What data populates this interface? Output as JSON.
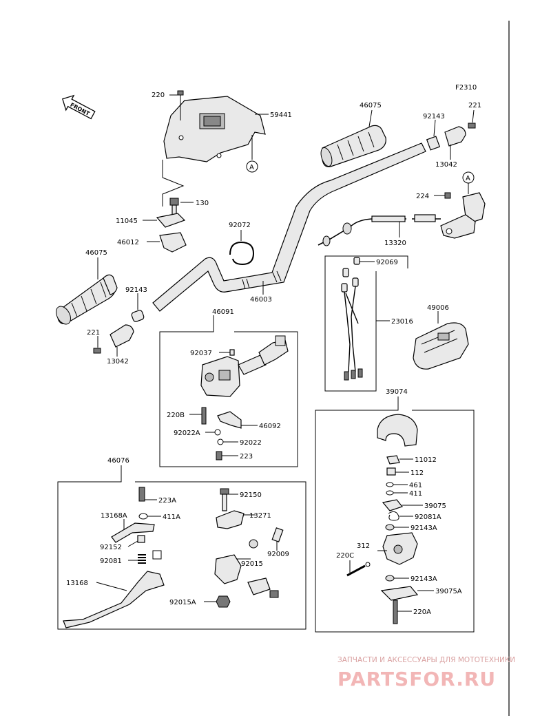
{
  "figure_code": "F2310",
  "front_label": "FRONT",
  "ref_marker": "A",
  "watermark": {
    "tagline": "ЗАПЧАСТИ И АКСЕССУАРЫ ДЛЯ МОТОТЕХНИКИ",
    "logo": "PARTSFOR.RU"
  },
  "labels": {
    "p220": "220",
    "p59441": "59441",
    "p46075_top": "46075",
    "p92143_top": "92143",
    "p221_top": "221",
    "p13042_top": "13042",
    "p130": "130",
    "p11045": "11045",
    "p46012": "46012",
    "p92072": "92072",
    "p224": "224",
    "p13320": "13320",
    "p46075_left": "46075",
    "p92143_left": "92143",
    "p46003": "46003",
    "p92069": "92069",
    "p221_left": "221",
    "p13042_left": "13042",
    "p46091": "46091",
    "p49006": "49006",
    "p23016": "23016",
    "p92037": "92037",
    "p220B": "220B",
    "p92022A": "92022A",
    "p46092": "46092",
    "p92022": "92022",
    "p223": "223",
    "p39074": "39074",
    "p11012": "11012",
    "p112": "112",
    "p461": "461",
    "p411": "411",
    "p39075": "39075",
    "p92081A": "92081A",
    "p92143A_1": "92143A",
    "p312": "312",
    "p220C": "220C",
    "p92143A_2": "92143A",
    "p39075A": "39075A",
    "p220A": "220A",
    "p46076": "46076",
    "p223A": "223A",
    "p13168A": "13168A",
    "p411A": "411A",
    "p92152": "92152",
    "p92081": "92081",
    "p13168": "13168",
    "p92150": "92150",
    "p13271": "13271",
    "p92009": "92009",
    "p92015": "92015",
    "p92015A": "92015A"
  }
}
